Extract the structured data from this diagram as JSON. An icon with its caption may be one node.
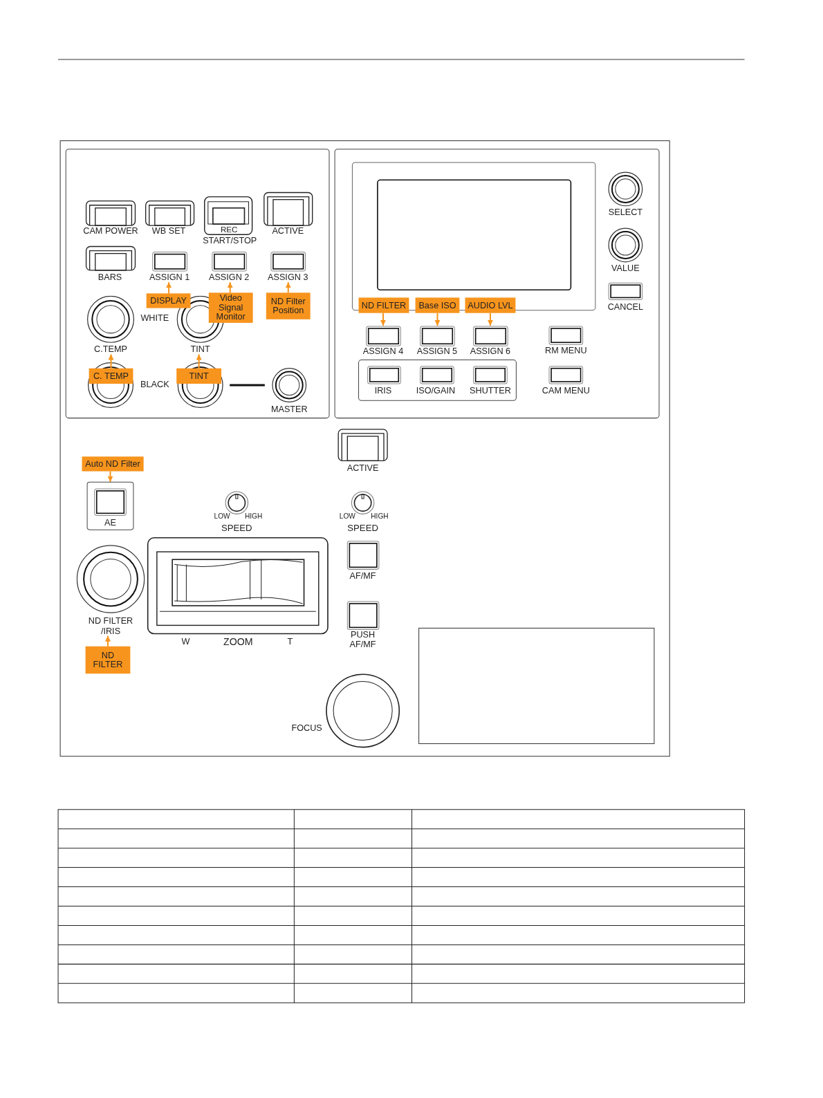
{
  "diagram": {
    "nodes": [
      {
        "text": [
          "ASSIGN 1"
        ]
      },
      {
        "text": [
          "ASSIGN 2"
        ]
      },
      {
        "text": [
          "ASSIGN 3"
        ]
      },
      {
        "text": [
          "DISPLAY"
        ]
      },
      {
        "text": [
          "Video Signal Monitor"
        ]
      },
      {
        "text": [
          "ND Filter Position"
        ]
      },
      {
        "text": [
          "C.TEMP"
        ]
      },
      {
        "text": [
          "TINT"
        ]
      },
      {
        "text": [
          "C. TEMP"
        ]
      },
      {
        "text": [
          "TINT"
        ]
      },
      {
        "text": [
          "ND FILTER"
        ]
      },
      {
        "text": [
          "Base ISO"
        ]
      },
      {
        "text": [
          "AUDIO LVL"
        ]
      },
      {
        "text": [
          "ASSIGN 4"
        ]
      },
      {
        "text": [
          "ASSIGN 5"
        ]
      },
      {
        "text": [
          "ASSIGN 6"
        ]
      },
      {
        "text": [
          "Auto ND Filter"
        ]
      },
      {
        "text": [
          "AE"
        ]
      },
      {
        "text": [
          "ND FILTER /IRIS"
        ]
      },
      {
        "text": [
          "ND FILTER"
        ]
      }
    ],
    "edges": [
      {
        "from": 3,
        "to": 0,
        "arrow": "to"
      },
      {
        "from": 4,
        "to": 1,
        "arrow": "to"
      },
      {
        "from": 5,
        "to": 2,
        "arrow": "to"
      },
      {
        "from": 8,
        "to": 6,
        "arrow": "to"
      },
      {
        "from": 9,
        "to": 7,
        "arrow": "to"
      },
      {
        "from": 10,
        "to": 13,
        "arrow": "to"
      },
      {
        "from": 11,
        "to": 14,
        "arrow": "to"
      },
      {
        "from": 12,
        "to": 15,
        "arrow": "to"
      },
      {
        "from": 16,
        "to": 17,
        "arrow": "to"
      },
      {
        "from": 19,
        "to": 18,
        "arrow": "to"
      }
    ],
    "labels": [
      "CAM POWER",
      "WB SET",
      "REC",
      "START/STOP",
      "ACTIVE",
      "BARS",
      "WHITE",
      "BLACK",
      "MASTER",
      "SELECT",
      "VALUE",
      "CANCEL",
      "RM MENU",
      "IRIS",
      "ISO/GAIN",
      "SHUTTER",
      "CAM MENU",
      "ACTIVE",
      "LOW",
      "HIGH",
      "SPEED",
      "LOW",
      "HIGH",
      "SPEED",
      "AF/MF",
      "PUSH AF/MF",
      "W",
      "ZOOM",
      "T",
      "FOCUS"
    ]
  }
}
